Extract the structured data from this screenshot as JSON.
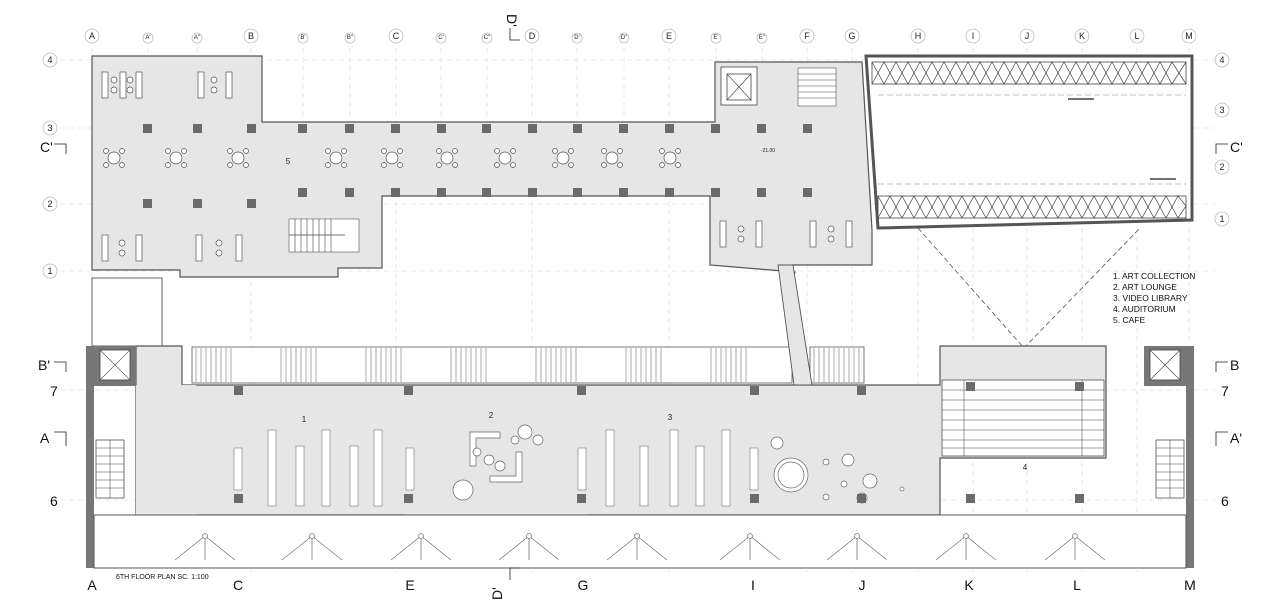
{
  "top_grid": {
    "main": [
      "A",
      "B",
      "C",
      "D",
      "E",
      "F",
      "G",
      "H",
      "I",
      "J",
      "K",
      "L",
      "M"
    ],
    "sub": [
      "A'",
      "A\"",
      "B'",
      "B\"",
      "C'",
      "C\"",
      "D'",
      "D\"",
      "E'",
      "E\""
    ]
  },
  "bottom_grid": [
    "A",
    "C",
    "E",
    "G",
    "I",
    "J",
    "K",
    "L",
    "M"
  ],
  "left_rows": [
    "4",
    "3",
    "2",
    "1"
  ],
  "right_rows": [
    "4",
    "3",
    "2",
    "1"
  ],
  "side_rows_lower": [
    "7",
    "6"
  ],
  "sections": {
    "c": "C'",
    "b_left": "B'",
    "b_right": "B",
    "a_left": "A",
    "a_right": "A'",
    "d": "D'"
  },
  "room_numbers": [
    "1",
    "2",
    "3",
    "4",
    "5"
  ],
  "level_mark": "-21.00",
  "legend": [
    "1. ART COLLECTION",
    "2. ART LOUNGE",
    "3. VIDEO LIBRARY",
    "4. AUDITORIUM",
    "5. CAFE"
  ],
  "drawing_title": "6TH FLOOR PLAN SC. 1:100"
}
